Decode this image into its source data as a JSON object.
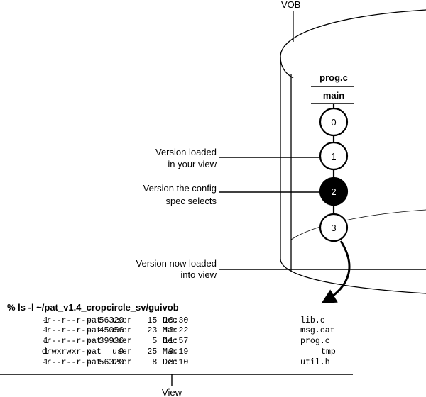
{
  "vob_label": "VOB",
  "element_name": "prog.c",
  "branch_name": "main",
  "versions": [
    {
      "label": "0",
      "selected": false
    },
    {
      "label": "1",
      "selected": false
    },
    {
      "label": "2",
      "selected": true
    },
    {
      "label": "3",
      "selected": false
    }
  ],
  "callouts": {
    "loaded_line1": "Version loaded",
    "loaded_line2": "in your view",
    "config_line1": "Version the config",
    "config_line2": "spec selects",
    "now_line1": "Version now loaded",
    "now_line2": "into view"
  },
  "listing": {
    "command": "% ls -l ~/pat_v1.4_cropcircle_sv/guivob",
    "rows": [
      {
        "perms": "-r--r--r--",
        "links": "1",
        "owner": "pat",
        "group": "user",
        "size": "56320",
        "month": "Dec",
        "day": "15",
        "time": "10:30",
        "name": "lib.c"
      },
      {
        "perms": "-r--r--r--",
        "links": "1",
        "owner": "pat",
        "group": "user",
        "size": "45056",
        "month": "Mar",
        "day": "23",
        "time": "13:22",
        "name": "msg.cat"
      },
      {
        "perms": "-r--r--r--",
        "links": "1",
        "owner": "pat",
        "group": "user",
        "size": "39936",
        "month": "Dec",
        "day": "5",
        "time": "11:57",
        "name": "prog.c"
      },
      {
        "perms": "drwxrwxr-x",
        "links": "1",
        "owner": "pat",
        "group": "user",
        "size": "9",
        "month": "Mar",
        "day": "25",
        "time": "9:19",
        "name": "tmp"
      },
      {
        "perms": "-r--r--r--",
        "links": "1",
        "owner": "pat",
        "group": "user",
        "size": "56320",
        "month": "Dec",
        "day": "8",
        "time": "8:10",
        "name": "util.h"
      }
    ]
  },
  "view_label": "View"
}
